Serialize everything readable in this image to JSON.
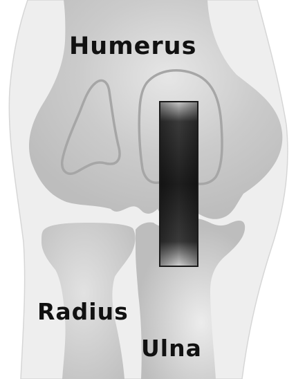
{
  "labels": {
    "humerus": "Humerus",
    "radius": "Radius",
    "ulna": "Ulna"
  },
  "colors": {
    "soft_tissue": "#eeeeee",
    "bone": "#c6c6c6",
    "bone_highlight": "#e8e8e8",
    "outline": "#a8a8a8",
    "implant_dark": "#1e1e1e",
    "implant_light": "#d0d0d0",
    "text": "#111111"
  }
}
